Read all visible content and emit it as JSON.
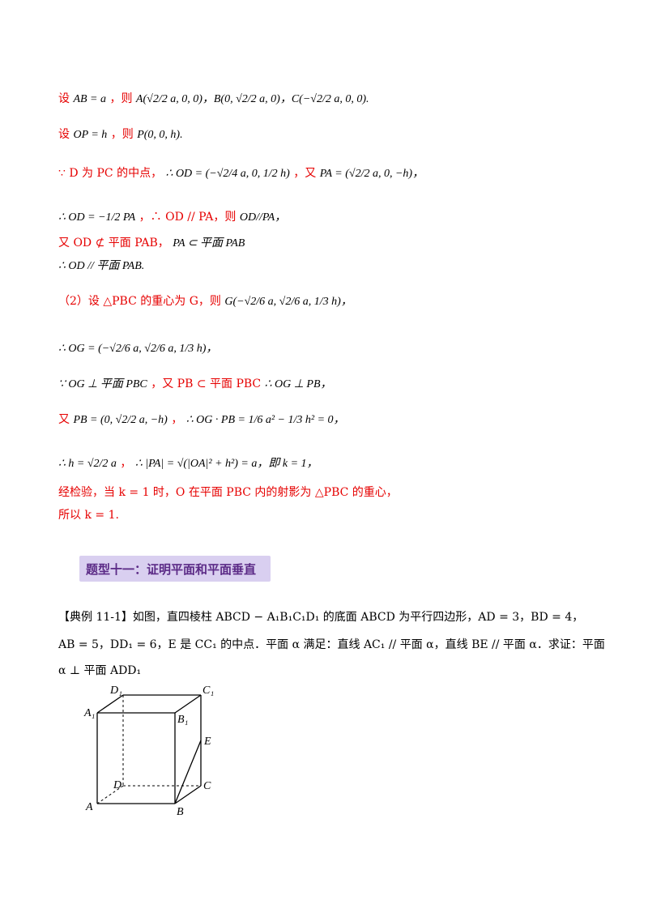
{
  "solution": {
    "lines": [
      {
        "red": "设",
        "math1": "AB = a",
        "red2": "，则",
        "math2": "A(√2/2 a, 0, 0)，B(0, √2/2 a, 0)，C(−√2/2 a, 0, 0)."
      },
      {
        "red": "设",
        "math1": "OP = h",
        "red2": "，则",
        "math2": "P(0, 0, h)."
      },
      {
        "red": "∵ D 为 PC 的中点，",
        "math1": "∴ OD = (−√2/4 a, 0, 1/2 h)",
        "red2": "，又",
        "math2": "PA = (√2/2 a, 0, −h)，"
      },
      {
        "red": "",
        "math1": "∴ OD = −1/2 PA",
        "red2": "，∴ OD // PA，则",
        "math2": "OD//PA，"
      },
      {
        "red": "又 OD ⊄ 平面 PAB，",
        "math1": "PA ⊂ 平面 PAB",
        "red2": "",
        "math2": ""
      },
      {
        "red": "",
        "math1": "∴ OD // 平面 PAB.",
        "red2": "",
        "math2": ""
      },
      {
        "red": "（2）设 △PBC 的重心为 G，则",
        "math1": "G(−√2/6 a, √2/6 a, 1/3 h)，",
        "red2": "",
        "math2": ""
      },
      {
        "red": "",
        "math1": "∴ OG = (−√2/6 a, √2/6 a, 1/3 h)，",
        "red2": "",
        "math2": ""
      },
      {
        "red": "",
        "math1": "∵ OG ⊥ 平面 PBC",
        "red2": "，又 PB ⊂ 平面 PBC",
        "math2": "∴ OG ⊥ PB，"
      },
      {
        "red": "又",
        "math1": "PB = (0, √2/2 a, −h)",
        "red2": "，",
        "math2": "∴ OG · PB = 1/6 a² − 1/3 h² = 0，"
      },
      {
        "red": "",
        "math1": "∴ h = √2/2 a",
        "red2": "，",
        "math2": "∴ |PA| = √(|OA|² + h²) = a，即 k = 1，"
      },
      {
        "red": "经检验，当 k = 1 时，O 在平面 PBC 内的射影为 △PBC 的重心，",
        "math1": "",
        "red2": "",
        "math2": ""
      },
      {
        "red": "所以 k = 1.",
        "math1": "",
        "red2": "",
        "math2": ""
      }
    ]
  },
  "section": {
    "title": "题型十一：证明平面和平面垂直"
  },
  "problem": {
    "line1": "【典例 11-1】如图，直四棱柱 ABCD − A₁B₁C₁D₁ 的底面 ABCD 为平行四边形，AD = 3，BD = 4，",
    "line2": "AB = 5，DD₁ = 6，E 是 CC₁ 的中点．平面 α 满足：直线 AC₁ // 平面 α，直线 BE // 平面 α．求证：平面",
    "line3": "α ⊥ 平面 ADD₁"
  },
  "figure": {
    "labels": {
      "D1": "D₁",
      "C1": "C₁",
      "A1": "A₁",
      "B1": "B₁",
      "E": "E",
      "D": "D",
      "C": "C",
      "A": "A",
      "B": "B"
    }
  }
}
